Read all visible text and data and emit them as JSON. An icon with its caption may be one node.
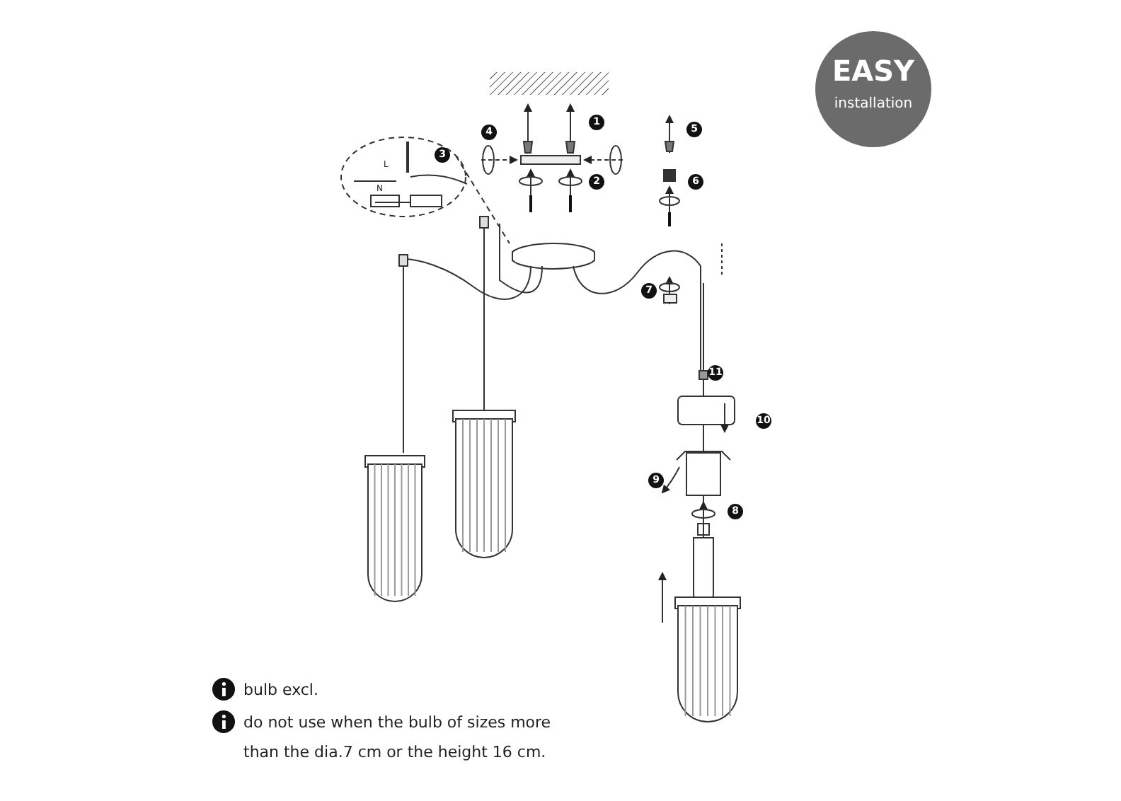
{
  "diagram": {
    "nodes": [
      {
        "text": [
          "EASY",
          "installation"
        ]
      }
    ],
    "labels": [
      "1",
      "4",
      "5",
      "3",
      "L",
      "N",
      "2",
      "6",
      "7",
      "11",
      "10",
      "9",
      "8",
      "bulb excl.",
      "do not use when the bulb of sizes more than the dia.7 cm or the height 16 cm."
    ]
  }
}
